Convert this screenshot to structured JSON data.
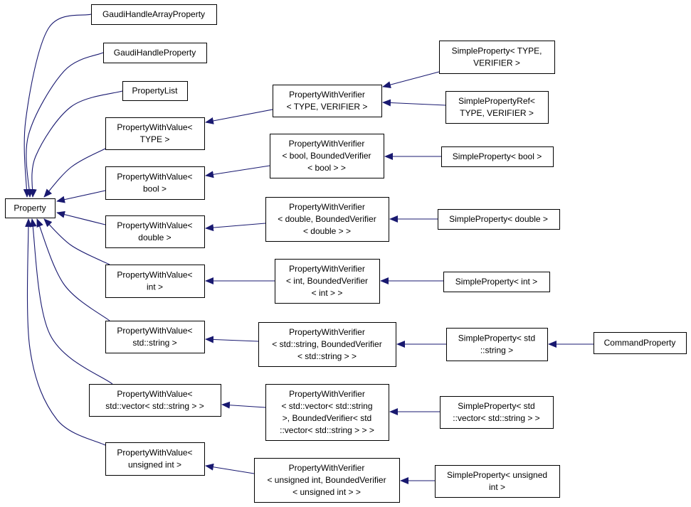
{
  "diagram": {
    "type": "class-inheritance-graph",
    "edge_color": "#191970",
    "node_fill": "#ffffff",
    "node_stroke": "#000000",
    "nodes": [
      {
        "id": "property",
        "lines": [
          "Property"
        ]
      },
      {
        "id": "gaudi-handle-array-property",
        "lines": [
          "GaudiHandleArrayProperty"
        ]
      },
      {
        "id": "gaudi-handle-property",
        "lines": [
          "GaudiHandleProperty"
        ]
      },
      {
        "id": "property-list",
        "lines": [
          "PropertyList"
        ]
      },
      {
        "id": "pwv-type",
        "lines": [
          "PropertyWithValue<",
          "TYPE >"
        ]
      },
      {
        "id": "pwv-bool",
        "lines": [
          "PropertyWithValue<",
          "bool >"
        ]
      },
      {
        "id": "pwv-double",
        "lines": [
          "PropertyWithValue<",
          "double >"
        ]
      },
      {
        "id": "pwv-int",
        "lines": [
          "PropertyWithValue<",
          "int >"
        ]
      },
      {
        "id": "pwv-string",
        "lines": [
          "PropertyWithValue<",
          "std::string >"
        ]
      },
      {
        "id": "pwv-vector",
        "lines": [
          "PropertyWithValue<",
          "std::vector< std::string > >"
        ]
      },
      {
        "id": "pwv-uint",
        "lines": [
          "PropertyWithValue<",
          "unsigned int >"
        ]
      },
      {
        "id": "pwver-type",
        "lines": [
          "PropertyWithVerifier",
          "< TYPE, VERIFIER >"
        ]
      },
      {
        "id": "pwver-bool",
        "lines": [
          "PropertyWithVerifier",
          "< bool, BoundedVerifier",
          "< bool > >"
        ]
      },
      {
        "id": "pwver-double",
        "lines": [
          "PropertyWithVerifier",
          "< double, BoundedVerifier",
          "< double > >"
        ]
      },
      {
        "id": "pwver-int",
        "lines": [
          "PropertyWithVerifier",
          "< int, BoundedVerifier",
          "< int > >"
        ]
      },
      {
        "id": "pwver-string",
        "lines": [
          "PropertyWithVerifier",
          "< std::string, BoundedVerifier",
          "< std::string > >"
        ]
      },
      {
        "id": "pwver-vector",
        "lines": [
          "PropertyWithVerifier",
          "< std::vector< std::string",
          ">, BoundedVerifier< std",
          "::vector< std::string > > >"
        ]
      },
      {
        "id": "pwver-uint",
        "lines": [
          "PropertyWithVerifier",
          "< unsigned int, BoundedVerifier",
          "< unsigned int > >"
        ]
      },
      {
        "id": "sp-type",
        "lines": [
          "SimpleProperty< TYPE,",
          "VERIFIER >"
        ]
      },
      {
        "id": "spr-type",
        "lines": [
          "SimplePropertyRef<",
          "TYPE, VERIFIER >"
        ]
      },
      {
        "id": "sp-bool",
        "lines": [
          "SimpleProperty< bool >"
        ]
      },
      {
        "id": "sp-double",
        "lines": [
          "SimpleProperty< double >"
        ]
      },
      {
        "id": "sp-int",
        "lines": [
          "SimpleProperty< int >"
        ]
      },
      {
        "id": "sp-string",
        "lines": [
          "SimpleProperty< std",
          "::string >"
        ]
      },
      {
        "id": "sp-vector",
        "lines": [
          "SimpleProperty< std",
          "::vector< std::string > >"
        ]
      },
      {
        "id": "sp-uint",
        "lines": [
          "SimpleProperty< unsigned",
          "int >"
        ]
      },
      {
        "id": "command-property",
        "lines": [
          "CommandProperty"
        ]
      }
    ],
    "edges": [
      {
        "from": "gaudi-handle-array-property",
        "to": "property"
      },
      {
        "from": "gaudi-handle-property",
        "to": "property"
      },
      {
        "from": "property-list",
        "to": "property"
      },
      {
        "from": "pwv-type",
        "to": "property"
      },
      {
        "from": "pwv-bool",
        "to": "property"
      },
      {
        "from": "pwv-double",
        "to": "property"
      },
      {
        "from": "pwv-int",
        "to": "property"
      },
      {
        "from": "pwv-string",
        "to": "property"
      },
      {
        "from": "pwv-vector",
        "to": "property"
      },
      {
        "from": "pwv-uint",
        "to": "property"
      },
      {
        "from": "pwver-type",
        "to": "pwv-type"
      },
      {
        "from": "pwver-bool",
        "to": "pwv-bool"
      },
      {
        "from": "pwver-double",
        "to": "pwv-double"
      },
      {
        "from": "pwver-int",
        "to": "pwv-int"
      },
      {
        "from": "pwver-string",
        "to": "pwv-string"
      },
      {
        "from": "pwver-vector",
        "to": "pwv-vector"
      },
      {
        "from": "pwver-uint",
        "to": "pwv-uint"
      },
      {
        "from": "sp-type",
        "to": "pwver-type"
      },
      {
        "from": "spr-type",
        "to": "pwver-type"
      },
      {
        "from": "sp-bool",
        "to": "pwver-bool"
      },
      {
        "from": "sp-double",
        "to": "pwver-double"
      },
      {
        "from": "sp-int",
        "to": "pwver-int"
      },
      {
        "from": "sp-string",
        "to": "pwver-string"
      },
      {
        "from": "sp-vector",
        "to": "pwver-vector"
      },
      {
        "from": "sp-uint",
        "to": "pwver-uint"
      },
      {
        "from": "command-property",
        "to": "sp-string"
      }
    ]
  }
}
